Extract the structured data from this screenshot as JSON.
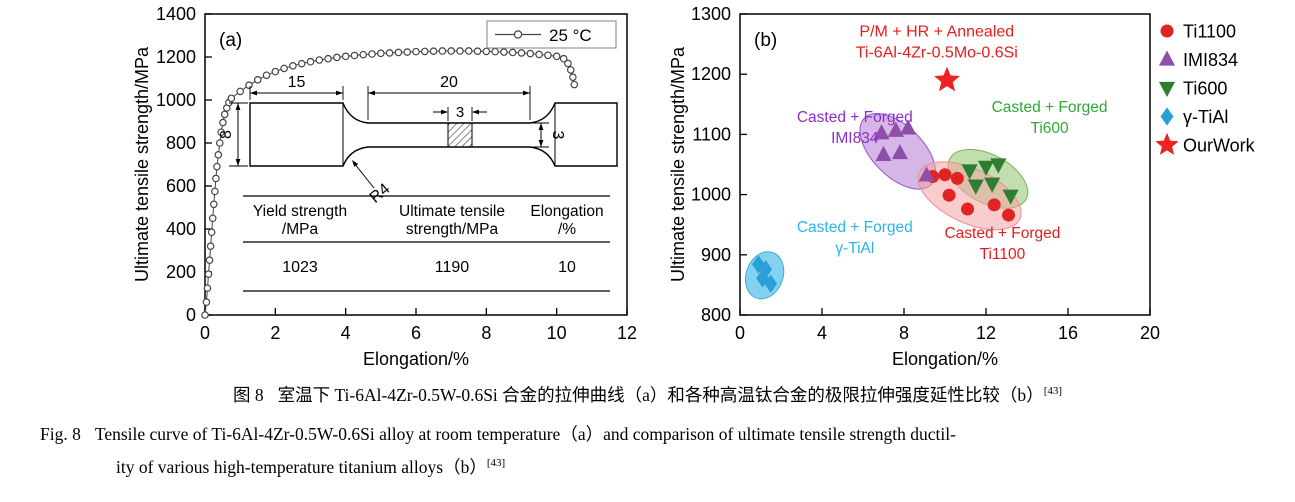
{
  "captions": {
    "zh_label": "图 8",
    "zh_text": "室温下 Ti-6Al-4Zr-0.5W-0.6Si 合金的拉伸曲线（a）和各种高温钛合金的极限拉伸强度延性比较（b）",
    "en_label": "Fig. 8",
    "en_line1": "Tensile curve of Ti-6Al-4Zr-0.5W-0.6Si alloy at room temperature（a）and comparison of ultimate tensile strength ductil-",
    "en_line2": "ity of various high-temperature titanium alloys（b）",
    "ref": "[43]"
  },
  "chart_data": [
    {
      "id": "a",
      "type": "line",
      "panel_label": "(a)",
      "xlabel": "Elongation/%",
      "ylabel": "Ultimate tensile strength/MPa",
      "xlim": [
        0,
        12
      ],
      "xticks": [
        0,
        2,
        4,
        6,
        8,
        10,
        12
      ],
      "ylim": [
        0,
        1400
      ],
      "yticks": [
        0,
        200,
        400,
        600,
        800,
        1000,
        1200,
        1400
      ],
      "legend": [
        {
          "label": "25 °C",
          "marker": "circle-open",
          "color": "#444444"
        }
      ],
      "series": [
        {
          "name": "25 °C",
          "marker": "circle-open",
          "color": "#444444",
          "points": [
            [
              0,
              0
            ],
            [
              0.04,
              60
            ],
            [
              0.07,
              125
            ],
            [
              0.1,
              190
            ],
            [
              0.13,
              255
            ],
            [
              0.16,
              320
            ],
            [
              0.19,
              385
            ],
            [
              0.22,
              450
            ],
            [
              0.25,
              515
            ],
            [
              0.28,
              575
            ],
            [
              0.31,
              635
            ],
            [
              0.34,
              690
            ],
            [
              0.38,
              745
            ],
            [
              0.42,
              800
            ],
            [
              0.46,
              850
            ],
            [
              0.51,
              895
            ],
            [
              0.56,
              933
            ],
            [
              0.62,
              963
            ],
            [
              0.68,
              988
            ],
            [
              0.75,
              1008
            ],
            [
              1,
              1040
            ],
            [
              1.25,
              1069
            ],
            [
              1.5,
              1094
            ],
            [
              1.75,
              1115
            ],
            [
              2,
              1132
            ],
            [
              2.25,
              1147
            ],
            [
              2.5,
              1159
            ],
            [
              2.75,
              1169
            ],
            [
              3,
              1178
            ],
            [
              3.25,
              1186
            ],
            [
              3.5,
              1192
            ],
            [
              3.75,
              1198
            ],
            [
              4,
              1203
            ],
            [
              4.25,
              1207
            ],
            [
              4.5,
              1211
            ],
            [
              4.75,
              1214
            ],
            [
              5,
              1217
            ],
            [
              5.25,
              1219
            ],
            [
              5.5,
              1221
            ],
            [
              5.75,
              1223
            ],
            [
              6,
              1225
            ],
            [
              6.25,
              1226
            ],
            [
              6.5,
              1227
            ],
            [
              6.75,
              1228
            ],
            [
              7,
              1228
            ],
            [
              7.25,
              1228
            ],
            [
              7.5,
              1228
            ],
            [
              7.75,
              1227
            ],
            [
              8,
              1226
            ],
            [
              8.25,
              1225
            ],
            [
              8.5,
              1223
            ],
            [
              8.75,
              1221
            ],
            [
              9,
              1219
            ],
            [
              9.25,
              1216
            ],
            [
              9.5,
              1212
            ],
            [
              9.75,
              1208
            ],
            [
              10,
              1203
            ],
            [
              10.2,
              1192
            ],
            [
              10.32,
              1170
            ],
            [
              10.4,
              1140
            ],
            [
              10.46,
              1106
            ],
            [
              10.5,
              1072
            ]
          ]
        }
      ],
      "specimen_dims": {
        "grip_length": "15",
        "gauge_length": "20",
        "section_width": "3",
        "specimen_width": "8",
        "gauge_height": "3",
        "fillet_radius": "R4"
      },
      "inset_table": {
        "headers": [
          [
            "Yield strength",
            "/MPa"
          ],
          [
            "Ultimate tensile",
            "strength/MPa"
          ],
          [
            "Elongation",
            "/%"
          ]
        ],
        "values": [
          "1023",
          "1190",
          "10"
        ]
      }
    },
    {
      "id": "b",
      "type": "scatter",
      "panel_label": "(b)",
      "xlabel": "Elongation/%",
      "ylabel": "Ultimate tensile strength/MPa",
      "xlim": [
        0,
        20
      ],
      "xticks": [
        0,
        4,
        8,
        12,
        16,
        20
      ],
      "ylim": [
        800,
        1300
      ],
      "yticks": [
        800,
        900,
        1000,
        1100,
        1200,
        1300
      ],
      "series": [
        {
          "name": "Ti1100",
          "marker": "circle",
          "color": "#e02424",
          "points": [
            [
              9.4,
              1030
            ],
            [
              10.0,
              1033
            ],
            [
              10.6,
              1027
            ],
            [
              10.2,
              999
            ],
            [
              11.1,
              976
            ],
            [
              12.4,
              983
            ],
            [
              13.1,
              966
            ]
          ]
        },
        {
          "name": "IMI834",
          "marker": "triangle-up",
          "color": "#8d4fa8",
          "points": [
            [
              6.9,
              1102
            ],
            [
              7.6,
              1106
            ],
            [
              8.2,
              1110
            ],
            [
              7.0,
              1066
            ],
            [
              7.8,
              1069
            ],
            [
              9.1,
              1032
            ]
          ]
        },
        {
          "name": "Ti600",
          "marker": "triangle-down",
          "color": "#2e7d32",
          "points": [
            [
              11.2,
              1040
            ],
            [
              12.0,
              1046
            ],
            [
              12.6,
              1050
            ],
            [
              11.5,
              1015
            ],
            [
              12.3,
              1018
            ],
            [
              13.2,
              998
            ]
          ]
        },
        {
          "name": "γ-TiAl",
          "marker": "diamond",
          "color": "#2b9fd8",
          "points": [
            [
              0.9,
              884
            ],
            [
              1.25,
              876
            ],
            [
              1.1,
              861
            ],
            [
              1.5,
              852
            ]
          ]
        },
        {
          "name": "OurWork",
          "marker": "star",
          "color": "#ee2222",
          "points": [
            [
              10.1,
              1190
            ]
          ]
        }
      ],
      "ellipses": [
        {
          "label": "IMI834",
          "cx": 7.7,
          "cy": 1072,
          "rx": 2.3,
          "ry": 42,
          "rot": 45,
          "fill": "rgba(178,122,211,0.55)",
          "stroke": "#9355c8"
        },
        {
          "label": "Ti600",
          "cx": 12.1,
          "cy": 1026,
          "rx": 2.1,
          "ry": 40,
          "rot": 28,
          "fill": "rgba(150,200,120,0.6)",
          "stroke": "#79b35a"
        },
        {
          "label": "Ti1100",
          "cx": 11.2,
          "cy": 998,
          "rx": 2.7,
          "ry": 45,
          "rot": 25,
          "fill": "rgba(244,164,164,0.55)",
          "stroke": "#e89090"
        },
        {
          "label": "γ-TiAl",
          "cx": 1.2,
          "cy": 866,
          "rx": 0.9,
          "ry": 40,
          "rot": 20,
          "fill": "rgba(80,190,235,0.7)",
          "stroke": "#35aede"
        }
      ],
      "annotations": [
        {
          "lines": [
            "P/M + HR + Annealed",
            "Ti-6Al-4Zr-0.5Mo-0.6Si"
          ],
          "x": 9.6,
          "y": 1263,
          "color": "#e81c1c",
          "size": 16
        },
        {
          "lines": [
            "Casted + Forged",
            "IMI834"
          ],
          "x": 5.6,
          "y": 1121,
          "color": "#8b2fc9",
          "size": 15.5
        },
        {
          "lines": [
            "Casted + Forged",
            "Ti600"
          ],
          "x": 15.1,
          "y": 1137,
          "color": "#2eaa35",
          "size": 15.5
        },
        {
          "lines": [
            "Casted + Forged",
            "γ-TiAl"
          ],
          "x": 5.6,
          "y": 938,
          "color": "#29b5e8",
          "size": 15.5
        },
        {
          "lines": [
            "Casted + Forged",
            "Ti1100"
          ],
          "x": 12.8,
          "y": 928,
          "color": "#e81c1c",
          "size": 15.5
        }
      ],
      "legend": [
        {
          "label": "Ti1100",
          "marker": "circle",
          "color": "#e02424"
        },
        {
          "label": "IMI834",
          "marker": "triangle-up",
          "color": "#8d4fa8"
        },
        {
          "label": "Ti600",
          "marker": "triangle-down",
          "color": "#2e7d32"
        },
        {
          "label": "γ-TiAl",
          "marker": "diamond",
          "color": "#2b9fd8"
        },
        {
          "label": "OurWork",
          "marker": "star",
          "color": "#ee2222"
        }
      ]
    }
  ]
}
